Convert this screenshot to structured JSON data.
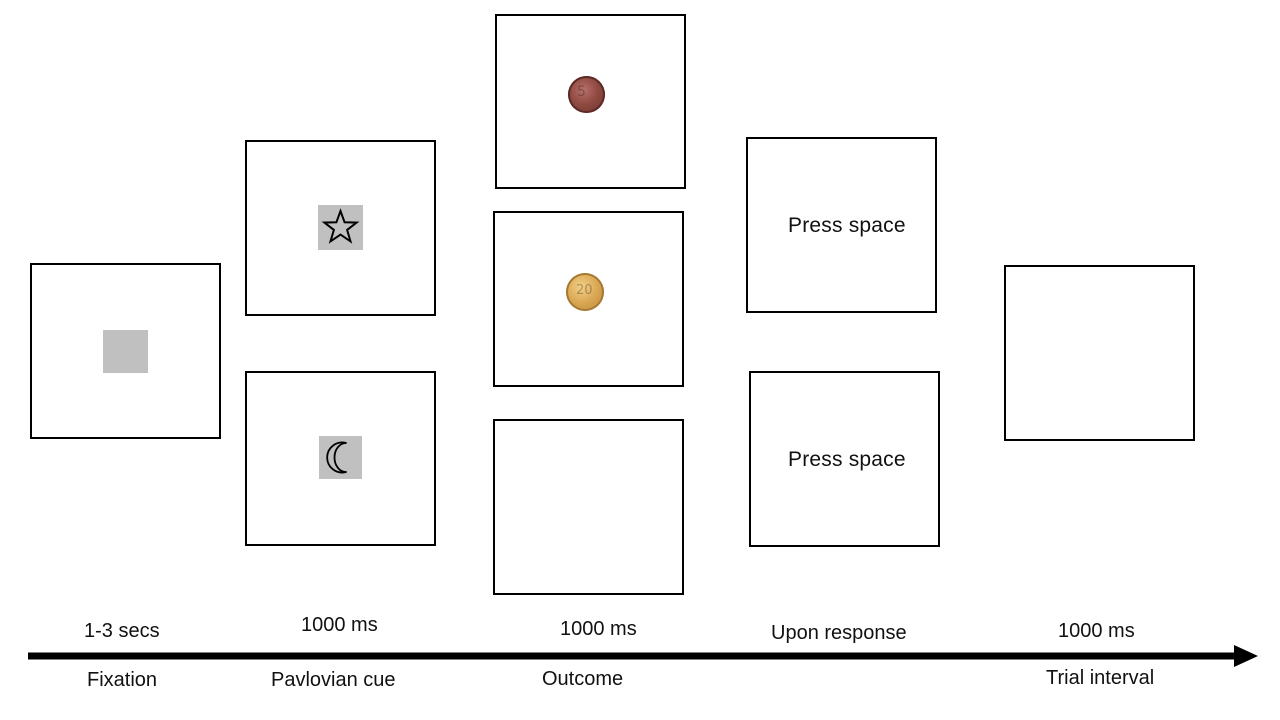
{
  "screens": {
    "fixation": {
      "name": "Fixation"
    },
    "reward_screen_text": "Press space",
    "no_reward_screen_text": "Press space"
  },
  "stimuli": {
    "cue_a_icon": "star-icon",
    "cue_b_icon": "crescent-moon-icon",
    "outcome_coins": [
      "copper-coin",
      "gold-coin"
    ]
  },
  "timeline": {
    "durations": {
      "fixation": "1-3 secs",
      "cue": "1000 ms",
      "outcome": "1000 ms",
      "response": "Upon response",
      "iti": "1000 ms"
    },
    "phases": {
      "fixation": "Fixation",
      "cue": "Pavlovian cue",
      "outcome": "Outcome",
      "iti": "Trial interval"
    }
  },
  "colors": {
    "frame": "#000000",
    "gray_square": "#c0c0c0",
    "copper_coin": "#8f4a42",
    "gold_coin": "#d9a652"
  }
}
